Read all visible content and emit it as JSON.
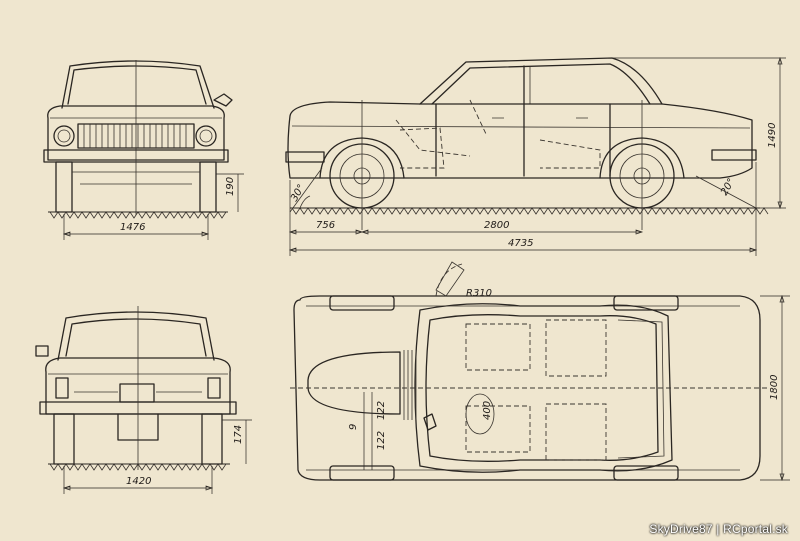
{
  "dimensions": {
    "front_track": "1476",
    "front_ground_clearance": "190",
    "front_overhang": "756",
    "wheelbase": "2800",
    "overall_length": "4735",
    "height": "1490",
    "approach_angle": "30°",
    "departure_angle": "20°",
    "turn_radius": "R310",
    "rear_track": "1420",
    "rear_clearance": "174",
    "overall_width": "1800",
    "top_dim_122_a": "122",
    "top_dim_122_b": "122",
    "top_dim_400": "400",
    "top_dim_9": "9"
  },
  "watermark": "SkyDrive87 | RCportal.sk",
  "colors": {
    "paper": "#efe6cf",
    "ink": "#2a2622"
  }
}
